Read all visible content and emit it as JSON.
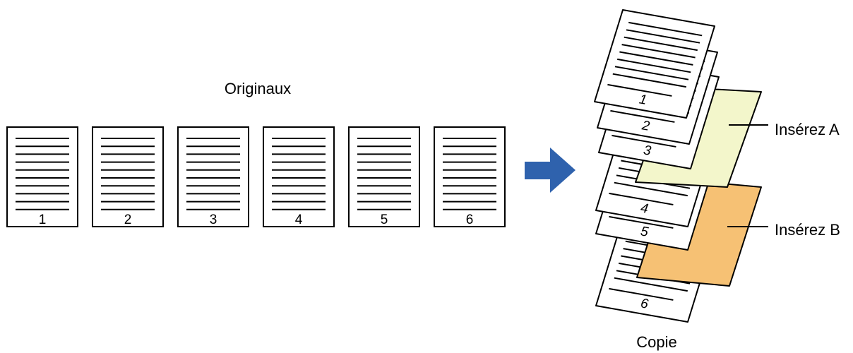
{
  "originals": {
    "label": "Originaux",
    "pages": [
      "1",
      "2",
      "3",
      "4",
      "5",
      "6"
    ]
  },
  "arrow": {
    "icon": "right-arrow-icon",
    "color": "#2f62ad"
  },
  "copy": {
    "label": "Copie",
    "pages": [
      "1",
      "2",
      "3",
      "4",
      "5",
      "6"
    ],
    "inserts": [
      {
        "label": "Insérez A",
        "color": "#f3f6cb"
      },
      {
        "label": "Insérez B",
        "color": "#f6c174"
      }
    ]
  },
  "colors": {
    "ink": "#000000",
    "paper": "#ffffff"
  }
}
